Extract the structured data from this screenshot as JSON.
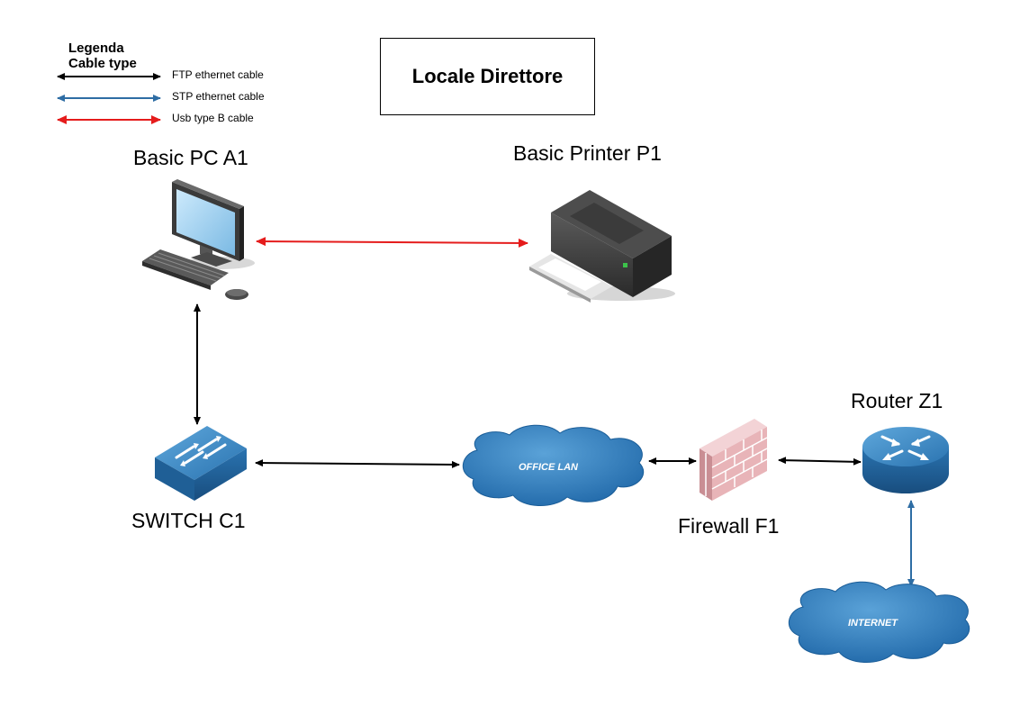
{
  "title": "Locale Direttore",
  "legend": {
    "title_line1": "Legenda",
    "title_line2": "Cable type",
    "items": [
      {
        "label": "FTP ethernet cable",
        "color": "#000000"
      },
      {
        "label": "STP ethernet cable",
        "color": "#2e6da4"
      },
      {
        "label": "Usb type B cable",
        "color": "#e51c1c"
      }
    ]
  },
  "nodes": {
    "pc": {
      "label": "Basic PC A1",
      "icon": "desktop-computer-icon"
    },
    "printer": {
      "label": "Basic Printer P1",
      "icon": "printer-icon"
    },
    "switch": {
      "label": "SWITCH C1",
      "icon": "network-switch-icon"
    },
    "office_lan": {
      "label": "OFFICE LAN",
      "icon": "cloud-icon"
    },
    "firewall": {
      "label": "Firewall F1",
      "icon": "firewall-icon"
    },
    "router": {
      "label": "Router Z1",
      "icon": "router-icon"
    },
    "internet": {
      "label": "INTERNET",
      "icon": "cloud-icon"
    }
  },
  "connections": [
    {
      "from": "Basic PC A1",
      "to": "Basic Printer P1",
      "cable": "Usb type B cable"
    },
    {
      "from": "Basic PC A1",
      "to": "SWITCH C1",
      "cable": "FTP ethernet cable"
    },
    {
      "from": "SWITCH C1",
      "to": "OFFICE LAN",
      "cable": "FTP ethernet cable"
    },
    {
      "from": "OFFICE LAN",
      "to": "Firewall F1",
      "cable": "FTP ethernet cable"
    },
    {
      "from": "Firewall F1",
      "to": "Router Z1",
      "cable": "FTP ethernet cable"
    },
    {
      "from": "Router Z1",
      "to": "INTERNET",
      "cable": "STP ethernet cable"
    }
  ],
  "colors": {
    "device_blue": "#2a7ab8",
    "cloud_blue": "#2a7ab8",
    "usb_red": "#e51c1c",
    "stp_blue": "#2e6da4",
    "ftp_black": "#000000",
    "firewall_pink": "#e8b4b8"
  }
}
